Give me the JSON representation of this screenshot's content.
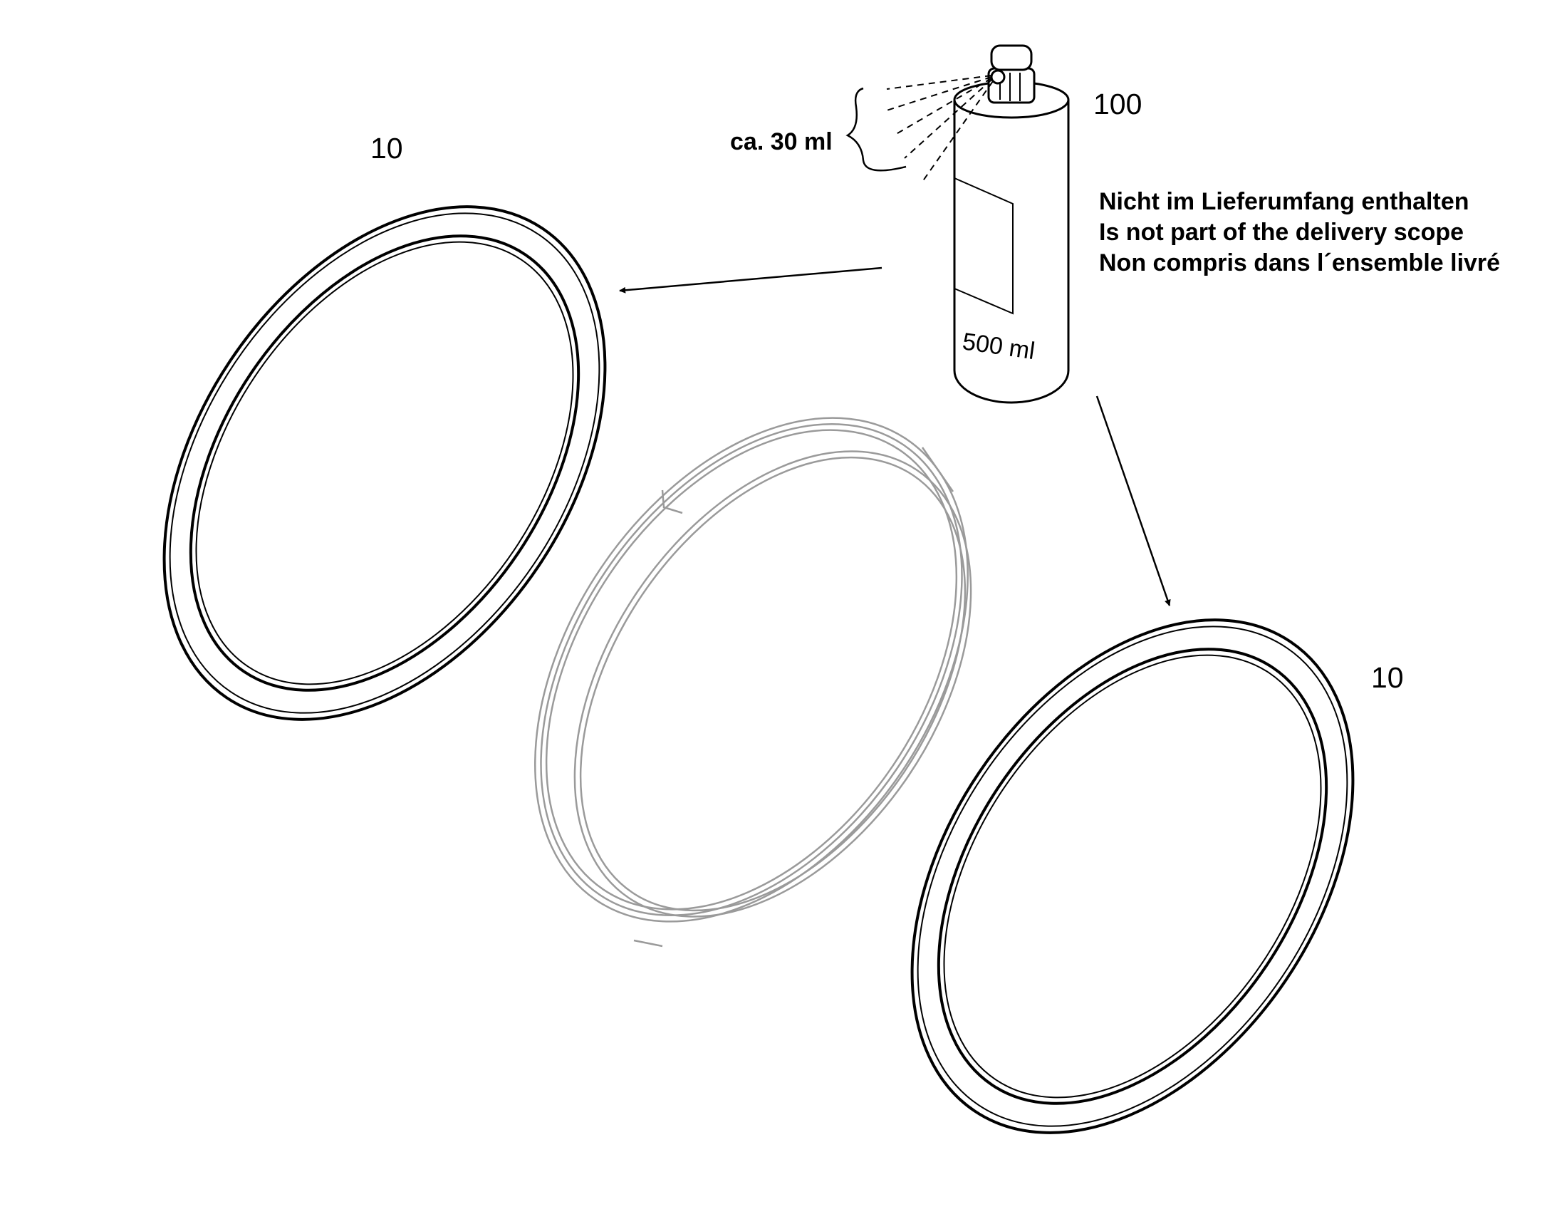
{
  "labels": {
    "ring_left_id": "10",
    "ring_right_id": "10",
    "bottle_id": "100",
    "spray_amount": "ca. 30 ml",
    "bottle_volume": "500 ml"
  },
  "note": {
    "line_de": "Nicht im Lieferumfang enthalten",
    "line_en": "Is not part of the delivery scope",
    "line_fr": "Non compris dans l´ensemble livré"
  },
  "colors": {
    "ink": "#000000",
    "ghost": "#9a9a9a",
    "paper": "#ffffff"
  }
}
